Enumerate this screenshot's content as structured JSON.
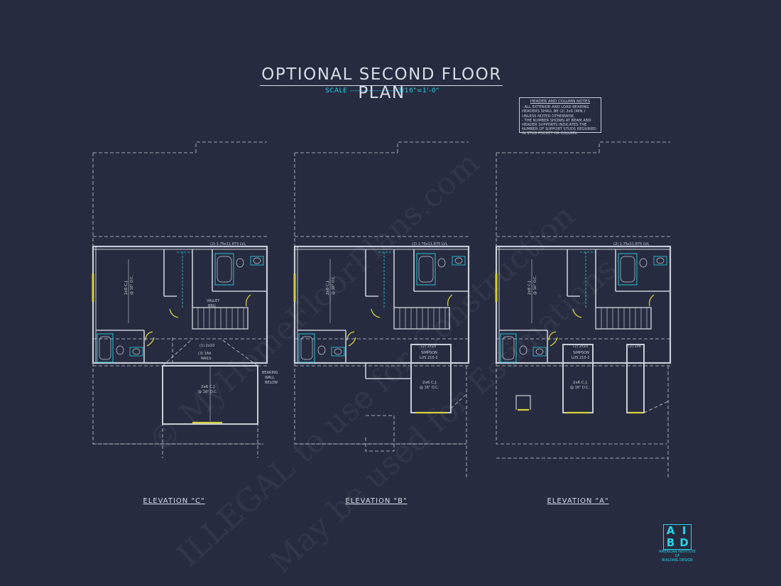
{
  "sheet": {
    "title": "OPTIONAL SECOND FLOOR PLAN",
    "scale": "SCALE ------------------3/16\"=1'-0\""
  },
  "notes": {
    "heading": "HEADER AND COLUMN NOTES",
    "lines": [
      "- ALL EXTERIOR AND LOAD BEARING",
      "HEADERS SHALL BE (2) 2x6 (MIN.)",
      "UNLESS NOTED OTHERWISE.",
      "- THE NUMBER SHOWN AT BEAM AND",
      "HEADER SUPPORTS INDICATES THE",
      "NUMBER OF SUPPORT STUDS REQUIRED",
      "IN STUD POCKET OR COLUMN."
    ]
  },
  "plans": [
    {
      "label": "ELEVATION \"C\"",
      "beam": "(2) 1.75x11.875 LVL",
      "joist": "2x8 C.J.",
      "joist_spacing": "@ 16\" O.C.",
      "valley": "VALLEY",
      "valley2": "BRG",
      "header1": "(1) 2x10",
      "header2": "(3) 16d",
      "header3": "NAILS",
      "bearing1": "BEARING",
      "bearing2": "WALL",
      "bearing3": "BELOW",
      "lower_joist": "2x6 C.J.",
      "lower_spacing": "@ 16\" O.C."
    },
    {
      "label": "ELEVATION \"B\"",
      "beam": "(2) 1.75x11.875 LVL",
      "joist": "2x8 C.J.",
      "joist_spacing": "@ 16\" O.C.",
      "header1": "(2) 2x10",
      "header2": "SIMPSON",
      "header3": "LUS 210-2",
      "lower_joist": "2x6 C.J.",
      "lower_spacing": "@ 16\" O.C."
    },
    {
      "label": "ELEVATION \"A\"",
      "beam": "(2) 1.75x11.875 LVL",
      "joist": "2x8 C.J.",
      "joist_spacing": "@ 16\" O.C.",
      "header1": "(2) 2x10",
      "header2": "SIMPSON",
      "header3": "LUS 210-2",
      "header4": "(2) 2x8",
      "lower_joist": "2x6 C.J.",
      "lower_spacing": "@ 16\" O.C."
    }
  ],
  "logo": {
    "letters": [
      "A",
      "I",
      "B",
      "D"
    ],
    "caption1": "AMERICAN INSTITUTE",
    "caption2": "OF",
    "caption3": "BUILDING DESIGN"
  },
  "watermarks": [
    "© MyHomeFloorPlans.com",
    "ILLEGAL to use for Construction",
    "May be used for Estimations"
  ],
  "colors": {
    "background": "#262b3f",
    "lines": "#c9cdd8",
    "accent_cyan": "#27d3e6",
    "accent_yellow": "#d8d13a"
  }
}
